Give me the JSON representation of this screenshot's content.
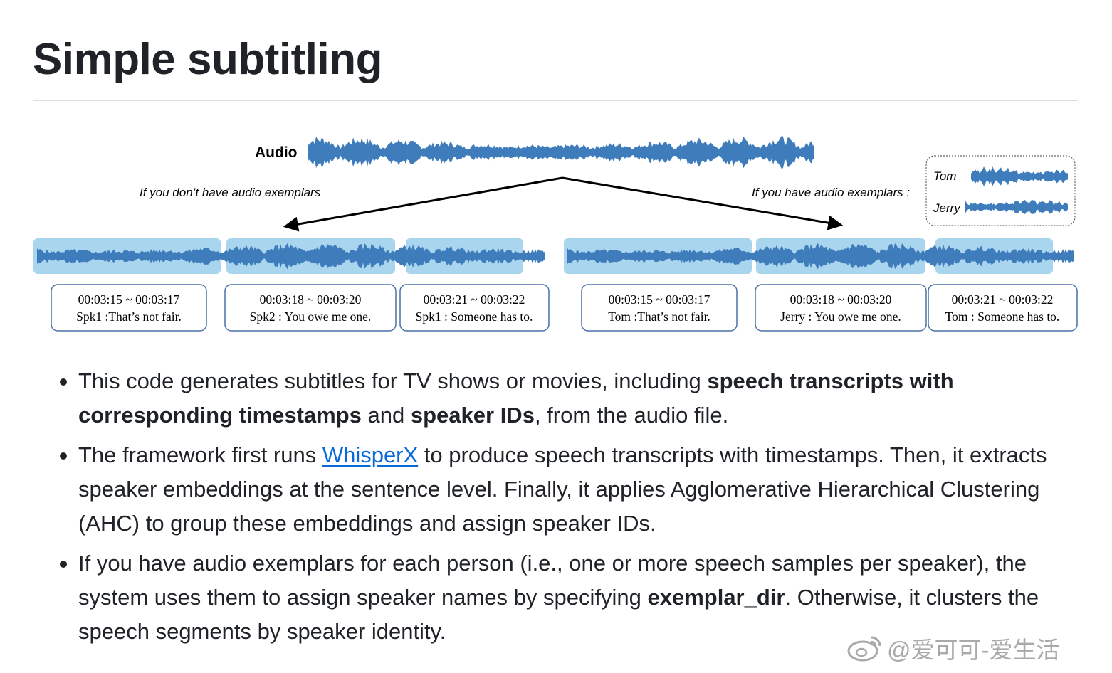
{
  "page": {
    "title": "Simple subtitling"
  },
  "diagram": {
    "audio_label": "Audio",
    "left_caption": "If you don’t have audio exemplars",
    "right_caption": "If you have audio exemplars :",
    "exemplars": [
      {
        "name": "Tom"
      },
      {
        "name": "Jerry"
      }
    ],
    "left_boxes": [
      {
        "time": "00:03:15 ~ 00:03:17",
        "text": "Spk1 :That’s not fair."
      },
      {
        "time": "00:03:18 ~ 00:03:20",
        "text": "Spk2 : You owe me one."
      },
      {
        "time": "00:03:21 ~ 00:03:22",
        "text": "Spk1 : Someone has to."
      }
    ],
    "right_boxes": [
      {
        "time": "00:03:15 ~ 00:03:17",
        "text": "Tom :That’s not fair."
      },
      {
        "time": "00:03:18 ~ 00:03:20",
        "text": "Jerry : You owe me one."
      },
      {
        "time": "00:03:21 ~ 00:03:22",
        "text": "Tom : Someone has to."
      }
    ],
    "colors": {
      "waveform": "#3f7cbc",
      "segment_highlight": "#a9d5ee",
      "box_border": "#4a70a8",
      "arrow": "#000000"
    }
  },
  "bullets": {
    "b1": {
      "t1": "This code generates subtitles for TV shows or movies, including ",
      "b1": "speech transcripts with corresponding timestamps",
      "t2": " and ",
      "b2": "speaker IDs",
      "t3": ", from the audio file."
    },
    "b2": {
      "t1": "The framework first runs ",
      "link": "WhisperX",
      "t2": " to produce speech transcripts with timestamps. Then, it extracts speaker embeddings at the sentence level. Finally, it applies Agglomerative Hierarchical Clustering (AHC) to group these embeddings and assign speaker IDs."
    },
    "b3": {
      "t1": "If you have audio exemplars for each person (i.e., one or more speech samples per speaker), the system uses them to assign speaker names by specifying ",
      "b1": "exemplar_dir",
      "t2": ". Otherwise, it clusters the speech segments by speaker identity."
    }
  },
  "watermark": {
    "text": "@爱可可-爱生活",
    "icon": "weibo-icon"
  },
  "colors": {
    "text": "#1f2328",
    "link": "#0969da",
    "rule": "#d8dee4"
  }
}
